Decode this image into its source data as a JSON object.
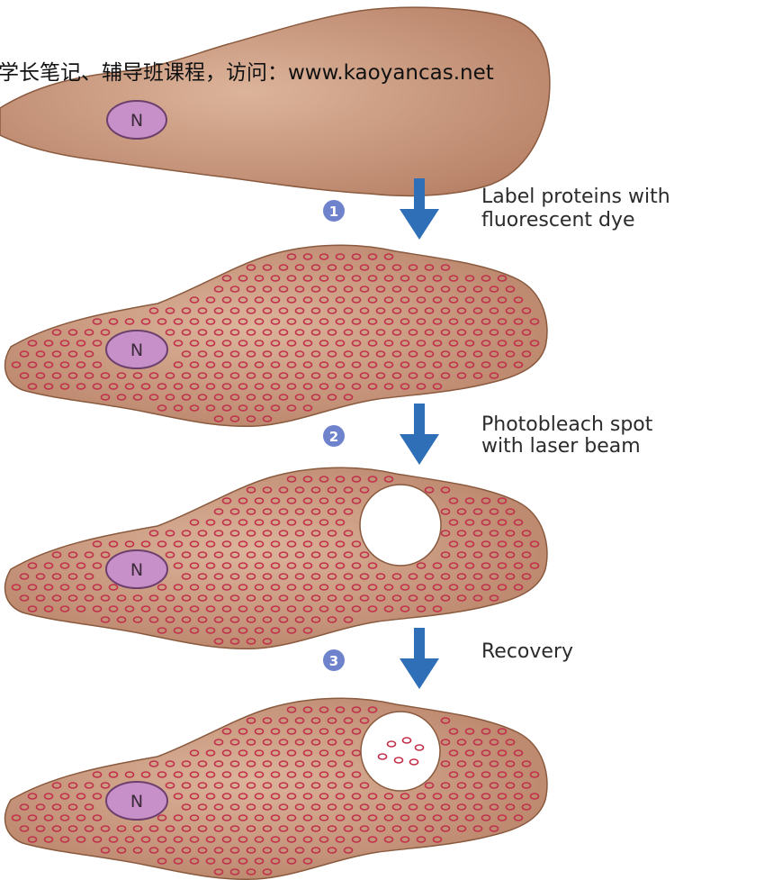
{
  "watermark": "学长笔记、辅导班课程，访问：www.kaoyancas.net",
  "nucleus_label": "N",
  "steps": [
    {
      "number": "1",
      "lines": [
        "Label proteins with",
        "fluorescent dye"
      ]
    },
    {
      "number": "2",
      "lines": [
        "Photobleach spot",
        "with laser beam"
      ]
    },
    {
      "number": "3",
      "lines": [
        "Recovery"
      ]
    }
  ],
  "colors": {
    "cell_fill": "#c99b7f",
    "cell_edge": "#8a5a3f",
    "nucleus_fill": "#c890c8",
    "nucleus_edge": "#6d3f6d",
    "dot": "#c0304a",
    "arrow": "#2f6fb8",
    "step_badge": "#6e83cc"
  },
  "icons": [
    "down-arrow-icon",
    "step-number-badge"
  ]
}
